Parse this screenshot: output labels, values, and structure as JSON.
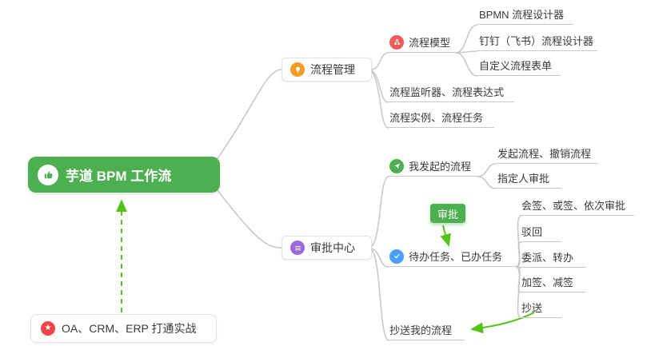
{
  "nodes": {
    "root": {
      "label": "芋道 BPM 工作流"
    },
    "note": {
      "label": "OA、CRM、ERP 打通实战"
    },
    "badge": {
      "label": "审批"
    },
    "process_mgmt": {
      "label": "流程管理"
    },
    "process_model": {
      "label": "流程模型"
    },
    "bpmn_designer": {
      "label": "BPMN 流程设计器"
    },
    "dingtalk_designer": {
      "label": "钉钉（飞书）流程设计器"
    },
    "custom_form": {
      "label": "自定义流程表单"
    },
    "listener_expr": {
      "label": "流程监听器、流程表达式"
    },
    "instance_task": {
      "label": "流程实例、流程任务"
    },
    "approval_center": {
      "label": "审批中心"
    },
    "my_initiated": {
      "label": "我发起的流程"
    },
    "initiate_cancel": {
      "label": "发起流程、撤销流程"
    },
    "assignee_approval": {
      "label": "指定人审批"
    },
    "todo_done": {
      "label": "待办任务、已办任务"
    },
    "countersign": {
      "label": "会签、或签、依次审批"
    },
    "reject": {
      "label": "驳回"
    },
    "delegate_transfer": {
      "label": "委派、转办"
    },
    "add_remove_sign": {
      "label": "加签、减签"
    },
    "cc": {
      "label": "抄送"
    },
    "cc_my_process": {
      "label": "抄送我的流程"
    }
  },
  "colors": {
    "root_bg": "#4caf50",
    "branch_line": "#c9c9c9",
    "arrow_green": "#52c41a",
    "icon_orange": "#f59a23",
    "icon_red": "#f25a5a",
    "icon_purple": "#9c6ade",
    "icon_green": "#4caf50",
    "icon_blue": "#4a9ff5",
    "note_star_bg": "#f2434b"
  }
}
